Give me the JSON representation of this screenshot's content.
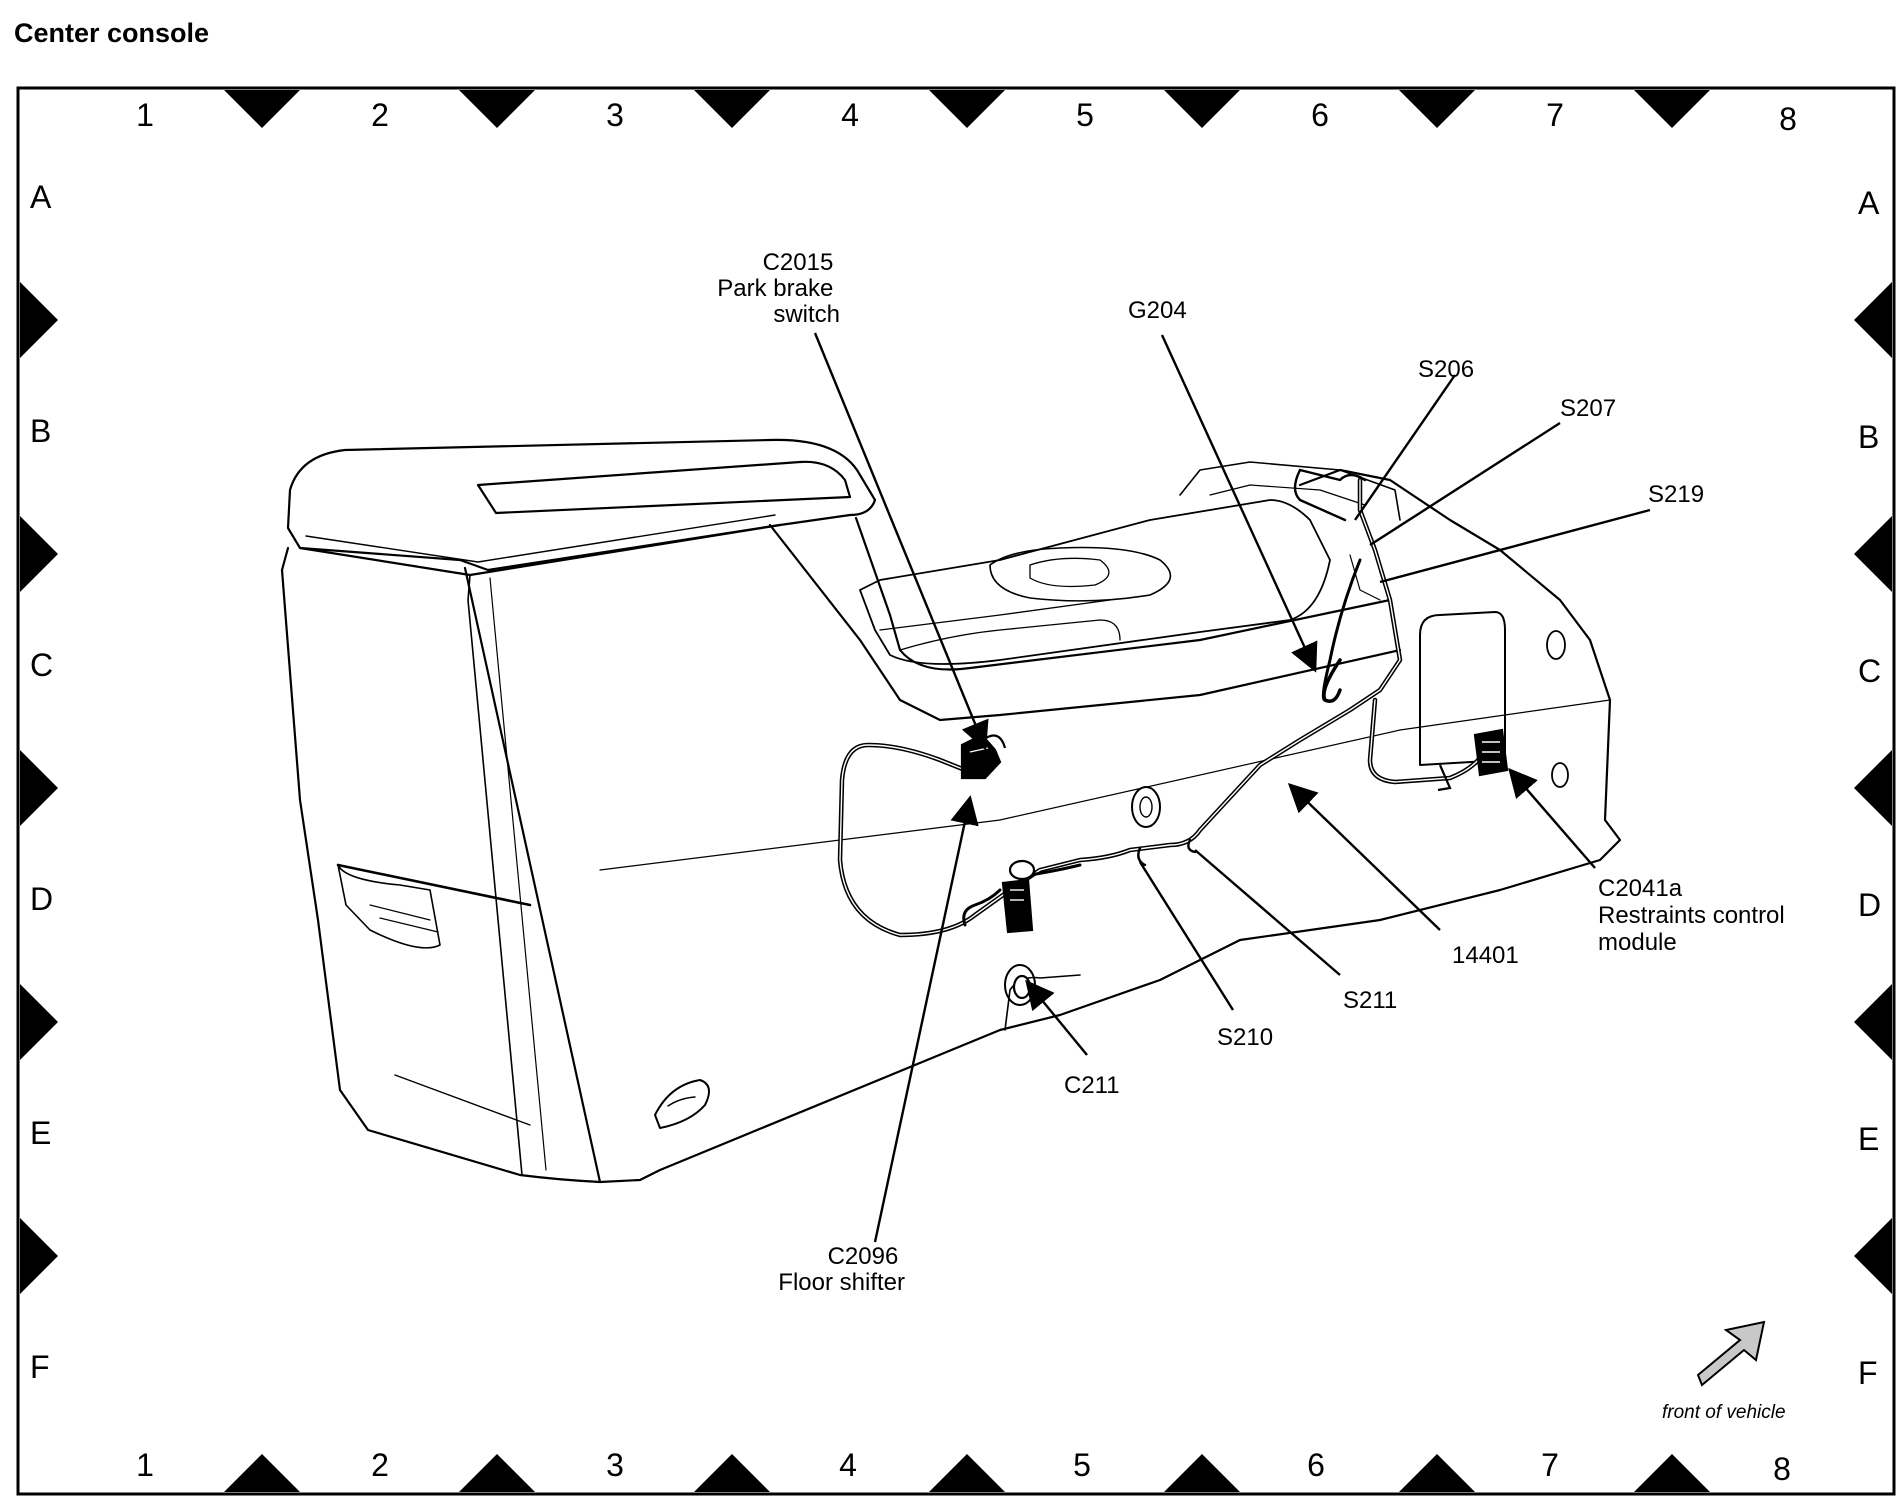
{
  "page": {
    "title": "Center console"
  },
  "grid": {
    "columns": [
      "1",
      "2",
      "3",
      "4",
      "5",
      "6",
      "7",
      "8"
    ],
    "rows": [
      "A",
      "B",
      "C",
      "D",
      "E",
      "F"
    ]
  },
  "callouts": {
    "c2015": [
      "C2015",
      "Park brake",
      "switch"
    ],
    "g204": [
      "G204"
    ],
    "s206": [
      "S206"
    ],
    "s207": [
      "S207"
    ],
    "s219": [
      "S219"
    ],
    "c2041a": [
      "C2041a",
      "Restraints control",
      "module"
    ],
    "p14401": [
      "14401"
    ],
    "s211": [
      "S211"
    ],
    "s210": [
      "S210"
    ],
    "c211": [
      "C211"
    ],
    "c2096": [
      "C2096",
      "Floor shifter"
    ]
  },
  "orientation": {
    "label": "front of vehicle",
    "icon": "arrow-icon"
  }
}
